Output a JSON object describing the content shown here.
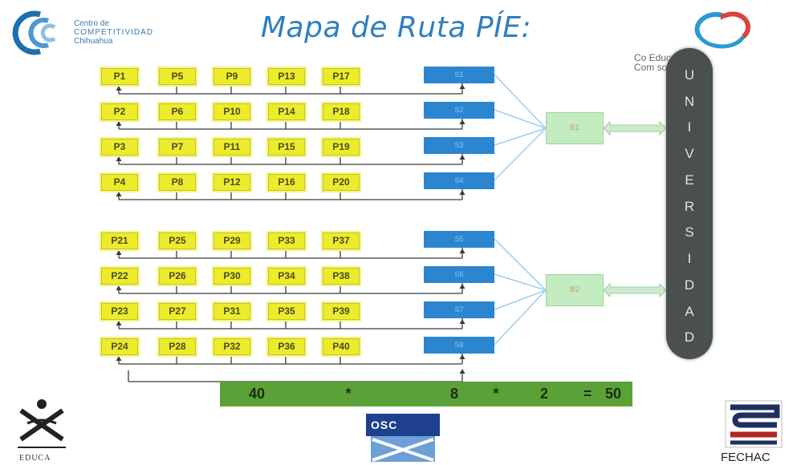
{
  "title": "Mapa de Ruta PÍE:",
  "logo_ccc": {
    "line1": "Centro de",
    "line2": "COMPETITIVIDAD",
    "line3": "Chihuahua"
  },
  "cg_logo_text": {
    "line1": "Co          Educativa",
    "line2": "Com           so De Todos"
  },
  "p_groups": [
    {
      "rows": [
        [
          "P1",
          "P5",
          "P9",
          "P13",
          "P17"
        ],
        [
          "P2",
          "P6",
          "P10",
          "P14",
          "P18"
        ],
        [
          "P3",
          "P7",
          "P11",
          "P15",
          "P19"
        ],
        [
          "P4",
          "P8",
          "P12",
          "P16",
          "P20"
        ]
      ]
    },
    {
      "rows": [
        [
          "P21",
          "P25",
          "P29",
          "P33",
          "P37"
        ],
        [
          "P22",
          "P26",
          "P30",
          "P34",
          "P38"
        ],
        [
          "P23",
          "P27",
          "P31",
          "P35",
          "P39"
        ],
        [
          "P24",
          "P28",
          "P32",
          "P36",
          "P40"
        ]
      ]
    }
  ],
  "s_boxes": [
    "S1",
    "S2",
    "S3",
    "S4",
    "S5",
    "S6",
    "S7",
    "S8"
  ],
  "b_boxes": [
    "B1",
    "B2"
  ],
  "university": "UNIVERSIDAD",
  "formula": {
    "a": "40",
    "op1": "*",
    "b": "8",
    "op2": "*",
    "c": "2",
    "eq": "=",
    "result": "50"
  },
  "logo_educa": "EDUCA",
  "logo_osc": "OSC",
  "logo_fechac": "FECHAC",
  "colors": {
    "p_fill": "#ecec2c",
    "s_fill": "#2c86cf",
    "b_fill": "#c3ecc0",
    "univ": "#4a4f4f",
    "formula_bar": "#5aa238",
    "title": "#2f7fc0"
  }
}
